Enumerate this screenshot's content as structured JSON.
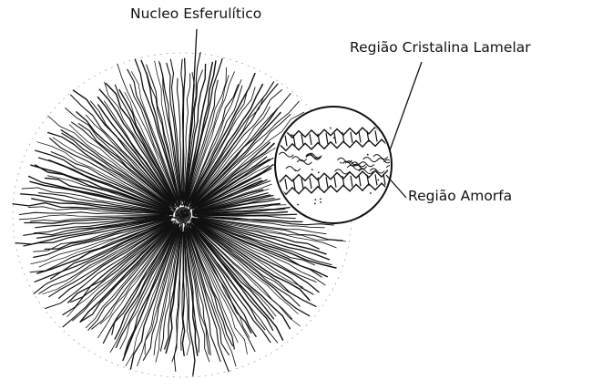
{
  "labels": {
    "nucleus": "Nucleo Esferulítico",
    "lamellar_region": "Região Cristalina Lamelar",
    "amorphous_region": "Região Amorfa"
  },
  "colors": {
    "ink": "#111111",
    "background": "#ffffff"
  }
}
